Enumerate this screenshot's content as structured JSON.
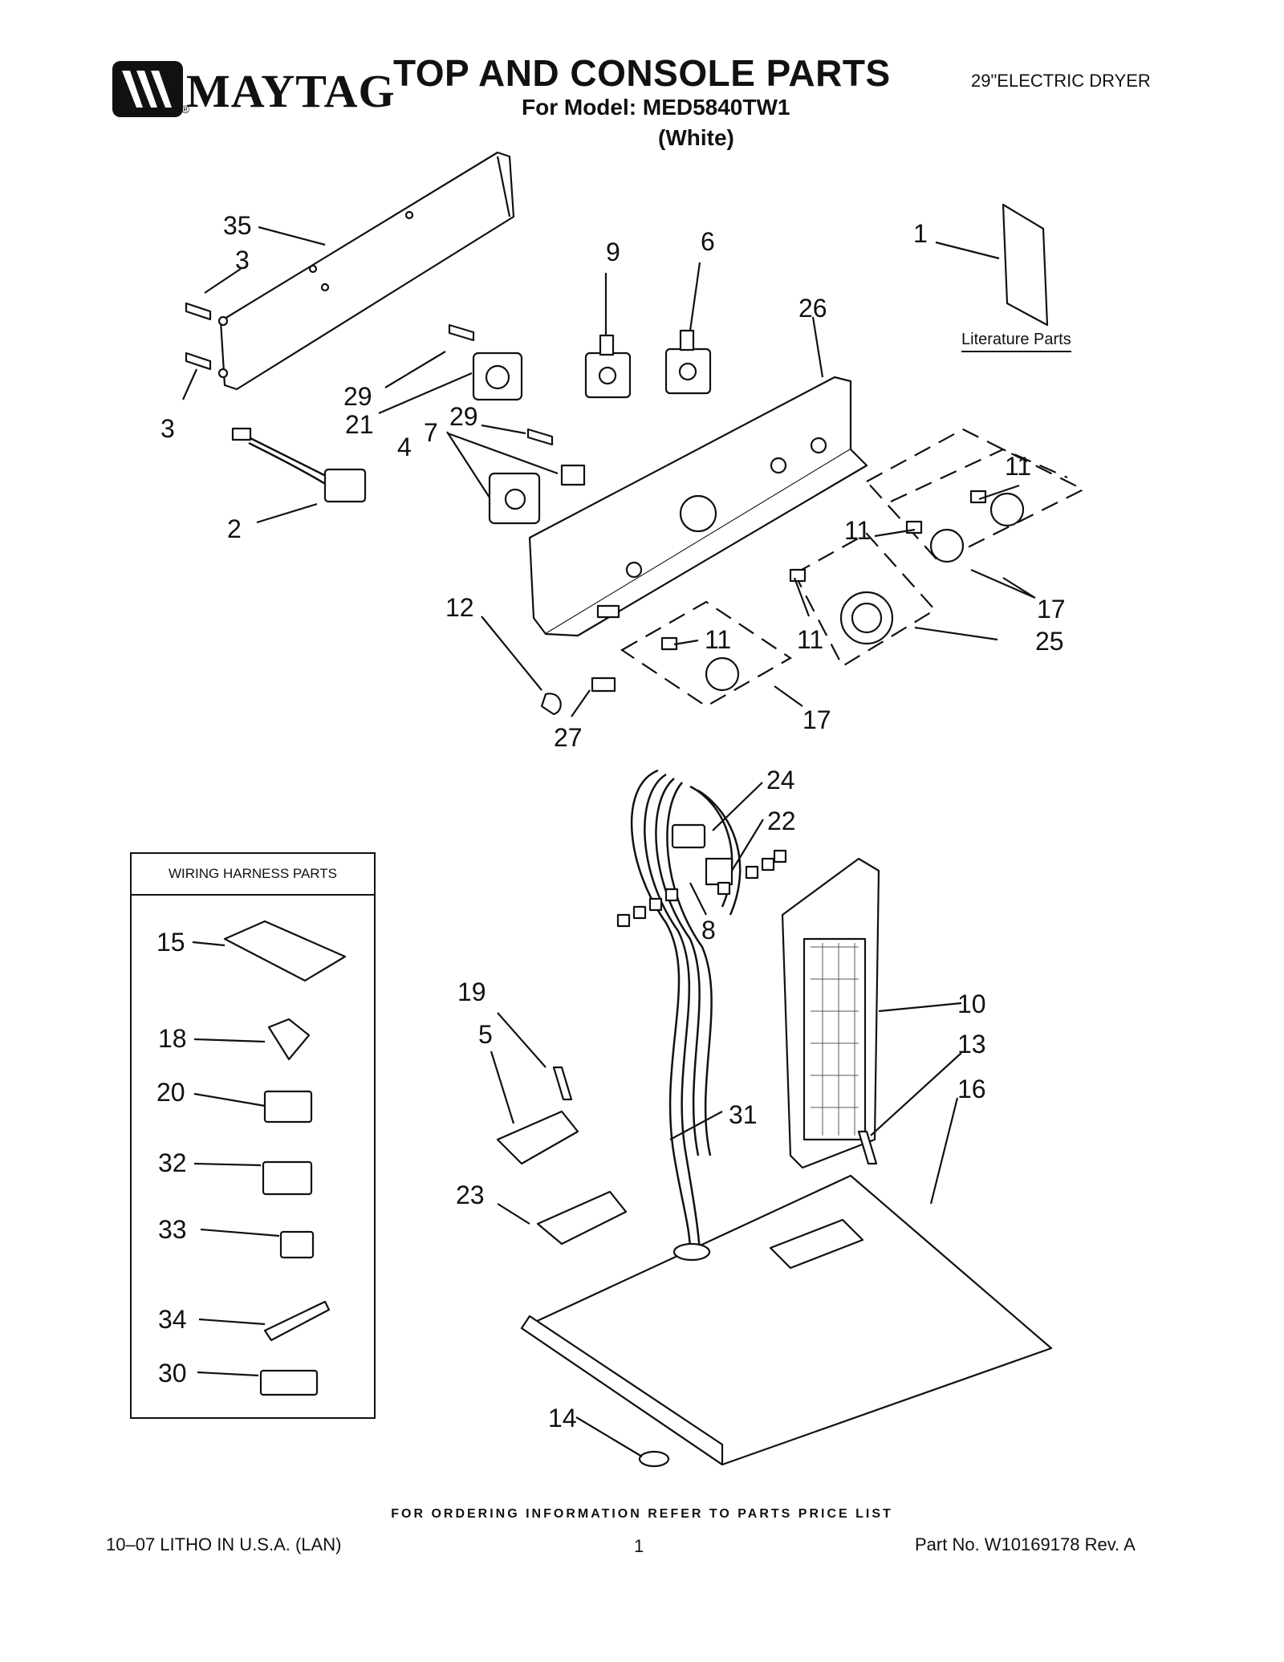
{
  "header": {
    "brand": "MAYTAG",
    "brand_mark": "®",
    "title": "TOP AND CONSOLE PARTS",
    "model_line": "For Model: MED5840TW1",
    "color_line": "(White)",
    "product_type": "29\"ELECTRIC DRYER"
  },
  "literature_label": "Literature Parts",
  "harness_box": {
    "title": "WIRING HARNESS PARTS",
    "items": [
      "15",
      "18",
      "20",
      "32",
      "33",
      "34",
      "30"
    ]
  },
  "callouts": {
    "c1": "1",
    "c2": "2",
    "c3a": "3",
    "c3b": "3",
    "c4": "4",
    "c5": "5",
    "c6": "6",
    "c7": "7",
    "c8": "8",
    "c9": "9",
    "c10": "10",
    "c11a": "11",
    "c11b": "11",
    "c11c": "11",
    "c11d": "11",
    "c12": "12",
    "c13": "13",
    "c14": "14",
    "c16": "16",
    "c17a": "17",
    "c17b": "17",
    "c19": "19",
    "c21": "21",
    "c22": "22",
    "c23": "23",
    "c24": "24",
    "c25": "25",
    "c26": "26",
    "c27": "27",
    "c29a": "29",
    "c29b": "29",
    "c31": "31",
    "c35": "35"
  },
  "footer": {
    "ordering_note": "FOR ORDERING INFORMATION REFER TO PARTS PRICE LIST",
    "litho": "10–07 LITHO IN U.S.A. (LAN)",
    "page": "1",
    "part_no": "Part No. W10169178 Rev. A"
  }
}
